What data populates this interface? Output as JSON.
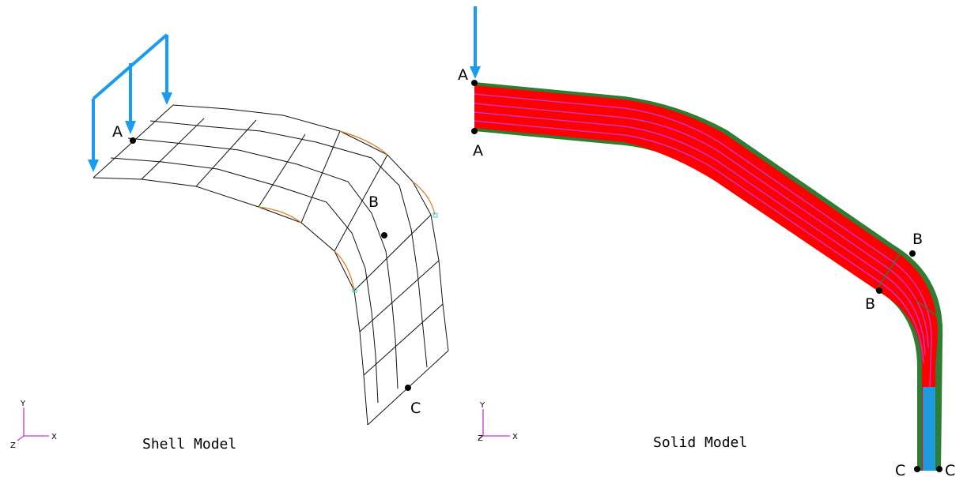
{
  "shell": {
    "caption": "Shell Model",
    "points": {
      "a": "A",
      "b": "B",
      "c": "C"
    }
  },
  "solid": {
    "caption": "Solid Model",
    "points": {
      "a_top": "A",
      "a_bottom": "A",
      "b_outer": "B",
      "b_inner": "B",
      "c_left": "C",
      "c_right": "C"
    }
  },
  "triad": {
    "x": "X",
    "y": "Y",
    "z": "Z"
  },
  "colors": {
    "load_arrow": "#1a9bf0",
    "solid_fill": "#ff0000",
    "solid_border": "#2e7d32",
    "solid_layer_lines": "#cc33cc",
    "solid_lower_segment": "#1e9be0",
    "shell_edge": "#e07b1a",
    "triad": "#cc33cc"
  },
  "icons": [
    "load-arrow-icon",
    "axis-triad-icon",
    "node-dot-icon"
  ]
}
